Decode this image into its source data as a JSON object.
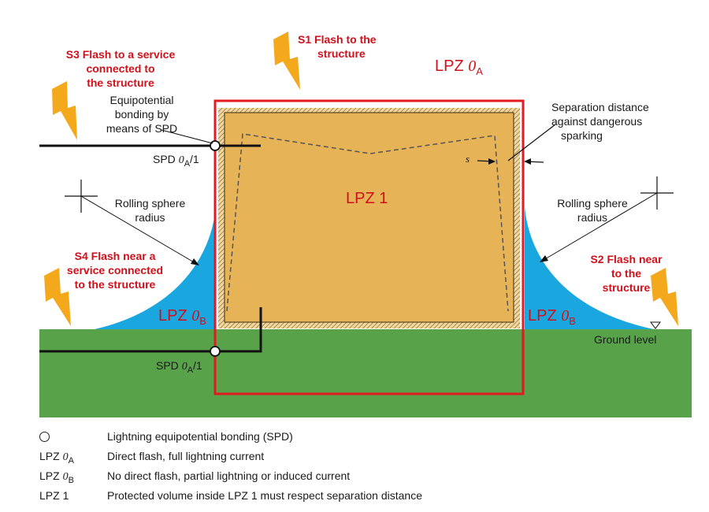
{
  "strikes": {
    "s1": {
      "id": "S1",
      "text_line1": "Flash to the",
      "text_line2": "structure"
    },
    "s2": {
      "id": "S2",
      "text_line1": "Flash near",
      "text_line2": "to the",
      "text_line3": "structure"
    },
    "s3": {
      "id": "S3",
      "text_line1": "Flash to a service",
      "text_line2": "connected to",
      "text_line3": "the structure"
    },
    "s4": {
      "id": "S4",
      "text_line1": "Flash near a",
      "text_line2": "service connected",
      "text_line3": "to the structure"
    }
  },
  "zones": {
    "lpz_0a": {
      "prefix": "LPZ",
      "digit": "0",
      "sub": "A"
    },
    "lpz_1": "LPZ 1",
    "lpz_0b": {
      "prefix": "LPZ",
      "digit": "0",
      "sub": "B"
    }
  },
  "labels": {
    "equipotential": [
      "Equipotential",
      "bonding by",
      "means of SPD"
    ],
    "spd_top": {
      "prefix": "SPD",
      "digit": "0",
      "sub": "A",
      "suffix": "/1"
    },
    "spd_bottom": {
      "prefix": "SPD",
      "digit": "0",
      "sub": "A",
      "suffix": "/1"
    },
    "separation": [
      "Separation distance",
      "against dangerous",
      "sparking"
    ],
    "s_symbol": "s",
    "rolling_left": [
      "Rolling sphere",
      "radius"
    ],
    "rolling_right": [
      "Rolling sphere",
      "radius"
    ],
    "ground_level": "Ground level"
  },
  "legend": [
    {
      "key_type": "circle",
      "description": "Lightning equipotential bonding (SPD)"
    },
    {
      "key_prefix": "LPZ",
      "key_digit": "0",
      "key_sub": "A",
      "description": "Direct flash, full lightning current"
    },
    {
      "key_prefix": "LPZ",
      "key_digit": "0",
      "key_sub": "B",
      "description": "No direct flash, partial lightning or induced current"
    },
    {
      "key_text": "LPZ 1",
      "description": "Protected volume inside LPZ 1 must respect separation distance"
    }
  ],
  "colors": {
    "ground": "#58a24a",
    "lpz0b": "#1aa7e0",
    "structure_fill": "#e6b356",
    "structure_border": "#e21b22",
    "label_red": "#d0101a",
    "bolt": "#f4a81c"
  }
}
